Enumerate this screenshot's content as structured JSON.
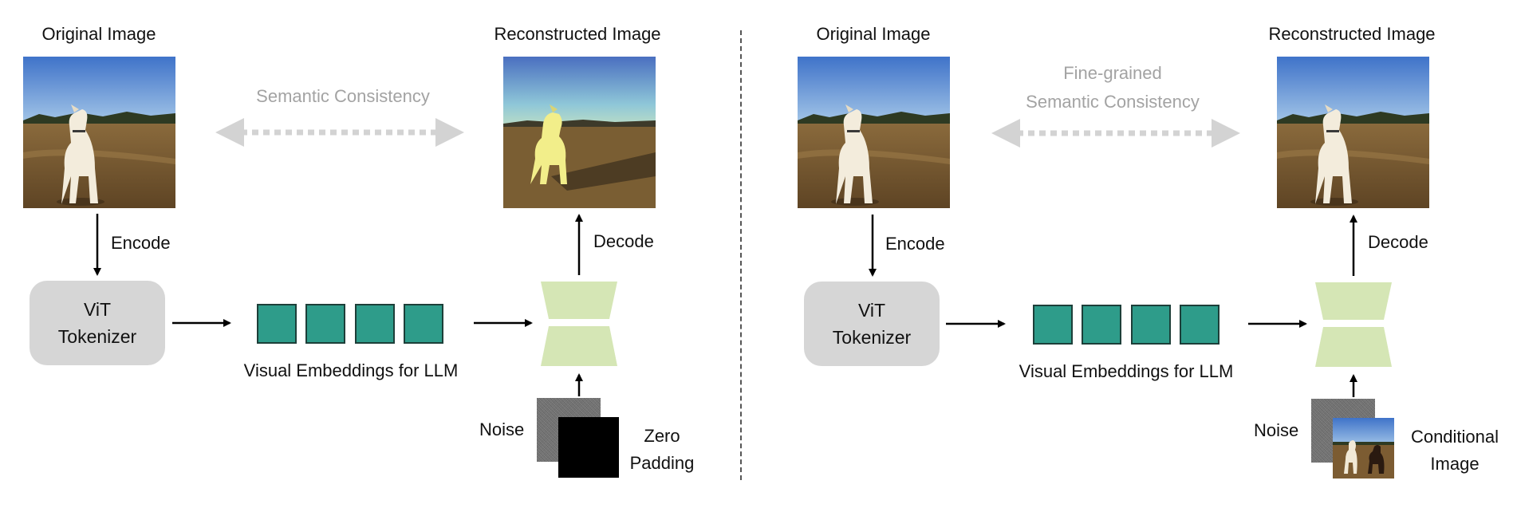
{
  "left_panel": {
    "original_label": "Original Image",
    "reconstructed_label": "Reconstructed Image",
    "consistency_label": "Semantic Consistency",
    "encode_label": "Encode",
    "decode_label": "Decode",
    "tokenizer_line1": "ViT",
    "tokenizer_line2": "Tokenizer",
    "embeddings_label": "Visual Embeddings for LLM",
    "noise_label": "Noise",
    "condition_line1": "Zero",
    "condition_line2": "Padding"
  },
  "right_panel": {
    "original_label": "Original Image",
    "reconstructed_label": "Reconstructed Image",
    "consistency_line1": "Fine-grained",
    "consistency_line2": "Semantic Consistency",
    "encode_label": "Encode",
    "decode_label": "Decode",
    "tokenizer_line1": "ViT",
    "tokenizer_line2": "Tokenizer",
    "embeddings_label": "Visual Embeddings for LLM",
    "noise_label": "Noise",
    "condition_line1": "Conditional",
    "condition_line2": "Image"
  },
  "colors": {
    "token_fill": "#2e9c8a",
    "decoder_fill": "#d5e6b5",
    "tokenizer_fill": "#d6d6d6",
    "consistency_arrow": "#d3d3d3"
  }
}
